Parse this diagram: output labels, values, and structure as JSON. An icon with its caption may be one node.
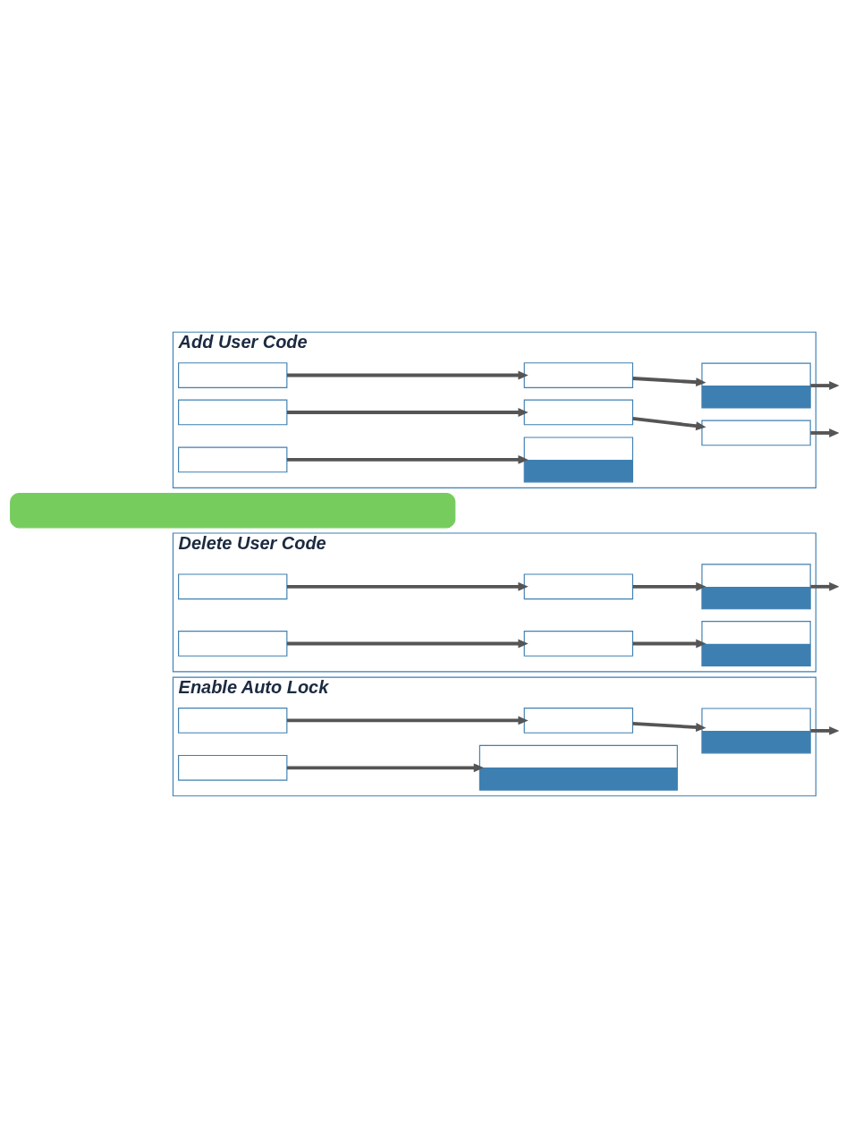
{
  "diagram": {
    "nodes": [
      {
        "text": [
          "Add User Code"
        ]
      },
      {
        "text": [],
        "shape": "box",
        "in": 0
      },
      {
        "text": [],
        "shape": "box",
        "in": 0
      },
      {
        "text": [],
        "shape": "box",
        "in": 0
      },
      {
        "text": [],
        "shape": "box",
        "in": 0
      },
      {
        "text": [],
        "shape": "box",
        "in": 0
      },
      {
        "text": [],
        "shape": "box",
        "in": 0
      },
      {
        "text": [],
        "shape": "box",
        "in": 0
      },
      {
        "text": [],
        "shape": "box",
        "in": 0
      },
      {
        "text": [],
        "shape": "box"
      },
      {
        "text": [
          "Delete User Code"
        ]
      },
      {
        "text": [],
        "shape": "box",
        "in": 10
      },
      {
        "text": [],
        "shape": "box",
        "in": 10
      },
      {
        "text": [],
        "shape": "box",
        "in": 10
      },
      {
        "text": [],
        "shape": "box",
        "in": 10
      },
      {
        "text": [],
        "shape": "box",
        "in": 10
      },
      {
        "text": [],
        "shape": "box",
        "in": 10
      },
      {
        "text": [
          "Enable Auto Lock"
        ]
      },
      {
        "text": [],
        "shape": "box",
        "in": 17
      },
      {
        "text": [],
        "shape": "box",
        "in": 17
      },
      {
        "text": [],
        "shape": "box",
        "in": 17
      },
      {
        "text": [],
        "shape": "box",
        "in": 17
      },
      {
        "text": [],
        "shape": "box",
        "in": 17
      }
    ],
    "edges": [
      {
        "from": 1,
        "to": 2,
        "arrow": "to"
      },
      {
        "from": 2,
        "to": 3,
        "arrow": "to"
      },
      {
        "from": 3,
        "to": null,
        "arrow": "to"
      },
      {
        "from": 4,
        "to": 5,
        "arrow": "to"
      },
      {
        "from": 5,
        "to": 6,
        "arrow": "to"
      },
      {
        "from": 6,
        "to": null,
        "arrow": "to"
      },
      {
        "from": 7,
        "to": 8,
        "arrow": "to"
      },
      {
        "from": 11,
        "to": 12,
        "arrow": "to"
      },
      {
        "from": 12,
        "to": 13,
        "arrow": "to"
      },
      {
        "from": 13,
        "to": null,
        "arrow": "to"
      },
      {
        "from": 14,
        "to": 15,
        "arrow": "to"
      },
      {
        "from": 15,
        "to": 16,
        "arrow": "to"
      },
      {
        "from": 18,
        "to": 19,
        "arrow": "to"
      },
      {
        "from": 19,
        "to": 20,
        "arrow": "to"
      },
      {
        "from": 20,
        "to": null,
        "arrow": "to"
      },
      {
        "from": 21,
        "to": 22,
        "arrow": "to"
      }
    ]
  }
}
